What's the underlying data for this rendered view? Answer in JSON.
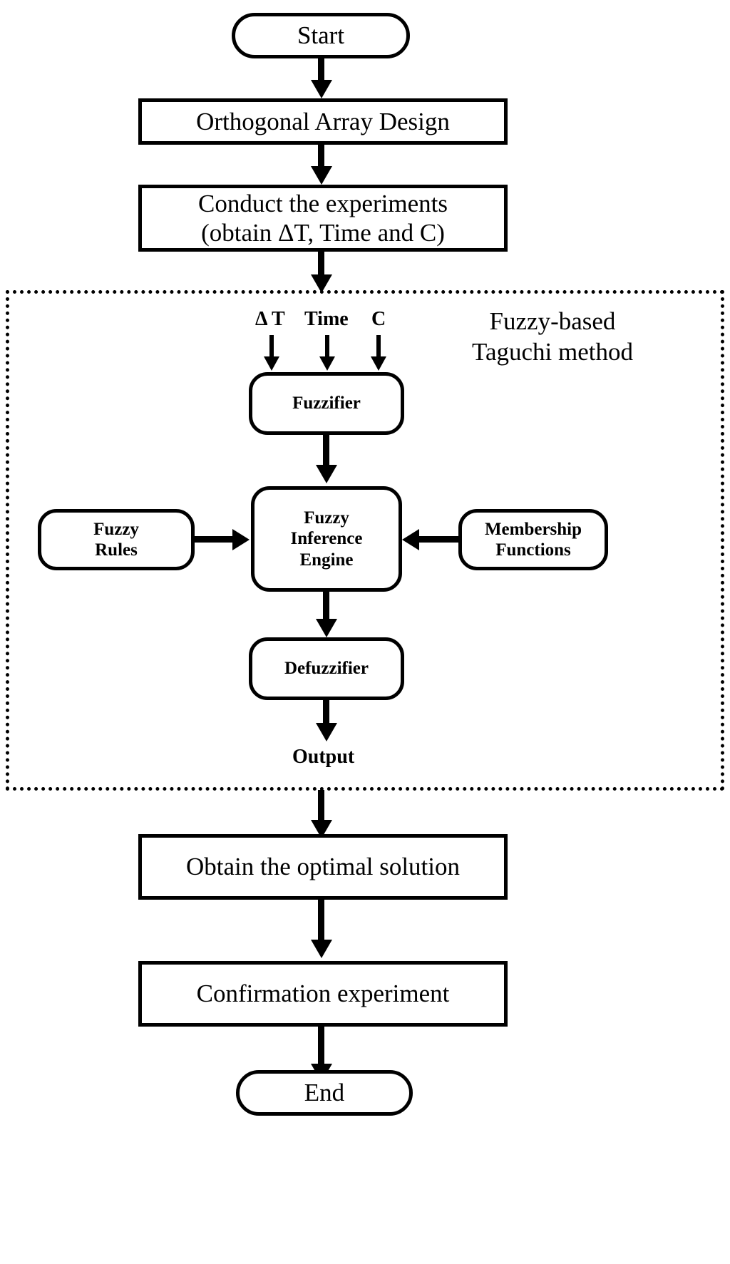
{
  "diagram": {
    "title": "Fuzzy-based Taguchi method flowchart",
    "type": "flowchart",
    "colors": {
      "stroke": "#000000",
      "fill": "#ffffff",
      "text": "#000000"
    },
    "nodes": {
      "start": {
        "label": "Start",
        "shape": "pill"
      },
      "orthogonal_array": {
        "label": "Orthogonal Array Design",
        "shape": "rectangle"
      },
      "conduct_experiments_line1": "Conduct the experiments",
      "conduct_experiments_line2": "(obtain ΔT, Time and C)",
      "fuzzifier": {
        "label": "Fuzzifier",
        "shape": "rounded"
      },
      "fuzzy_rules_line1": "Fuzzy",
      "fuzzy_rules_line2": "Rules",
      "inference_line1": "Fuzzy",
      "inference_line2": "Inference",
      "inference_line3": "Engine",
      "membership_line1": "Membership",
      "membership_line2": "Functions",
      "defuzzifier": {
        "label": "Defuzzifier",
        "shape": "rounded"
      },
      "obtain_optimal": {
        "label": "Obtain the optimal solution",
        "shape": "rectangle"
      },
      "confirmation": {
        "label": "Confirmation experiment",
        "shape": "rectangle"
      },
      "end": {
        "label": "End",
        "shape": "pill"
      }
    },
    "region": {
      "title_line1": "Fuzzy-based",
      "title_line2": "Taguchi method",
      "border_style": "dotted"
    },
    "input_labels": {
      "delta_t": "Δ T",
      "time": "Time",
      "c": "C"
    },
    "output_label": "Output",
    "arrows": [
      {
        "from": "start",
        "to": "orthogonal_array",
        "direction": "down"
      },
      {
        "from": "orthogonal_array",
        "to": "conduct_experiments",
        "direction": "down"
      },
      {
        "from": "conduct_experiments",
        "to": "fuzzy-region",
        "direction": "down"
      },
      {
        "from": "delta_t",
        "to": "fuzzifier",
        "direction": "down"
      },
      {
        "from": "time",
        "to": "fuzzifier",
        "direction": "down"
      },
      {
        "from": "c",
        "to": "fuzzifier",
        "direction": "down"
      },
      {
        "from": "fuzzifier",
        "to": "inference_engine",
        "direction": "down"
      },
      {
        "from": "fuzzy_rules",
        "to": "inference_engine",
        "direction": "right"
      },
      {
        "from": "membership_functions",
        "to": "inference_engine",
        "direction": "left"
      },
      {
        "from": "inference_engine",
        "to": "defuzzifier",
        "direction": "down"
      },
      {
        "from": "defuzzifier",
        "to": "output",
        "direction": "down"
      },
      {
        "from": "output",
        "to": "obtain_optimal",
        "direction": "down"
      },
      {
        "from": "obtain_optimal",
        "to": "confirmation",
        "direction": "down"
      },
      {
        "from": "confirmation",
        "to": "end",
        "direction": "down"
      }
    ]
  }
}
